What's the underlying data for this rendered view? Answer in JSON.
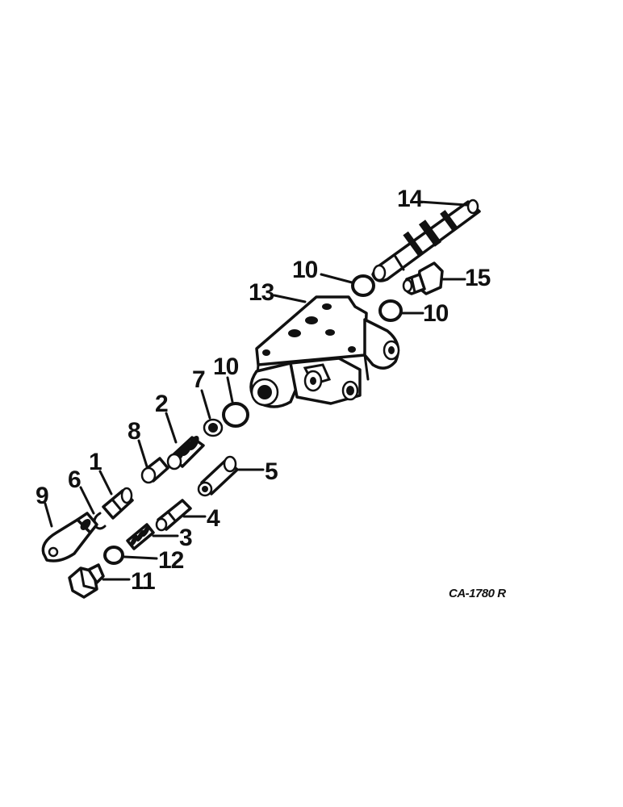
{
  "diagram": {
    "drawing_code": "CA-1780 R",
    "parts": [
      {
        "key": "p1",
        "callout": "1",
        "icon": "valve-plunger-icon"
      },
      {
        "key": "p2",
        "callout": "2",
        "icon": "compression-spring-icon"
      },
      {
        "key": "p3",
        "callout": "3",
        "icon": "small-spring-icon"
      },
      {
        "key": "p4",
        "callout": "4",
        "icon": "valve-pin-icon"
      },
      {
        "key": "p5",
        "callout": "5",
        "icon": "valve-sleeve-icon"
      },
      {
        "key": "p6",
        "callout": "6",
        "icon": "snap-ring-icon"
      },
      {
        "key": "p7",
        "callout": "7",
        "icon": "spring-seat-icon"
      },
      {
        "key": "p8",
        "callout": "8",
        "icon": "valve-poppet-icon"
      },
      {
        "key": "p9",
        "callout": "9",
        "icon": "end-plug-icon"
      },
      {
        "key": "p10a",
        "callout": "10",
        "icon": "o-ring-icon"
      },
      {
        "key": "p10b",
        "callout": "10",
        "icon": "o-ring-icon"
      },
      {
        "key": "p10c",
        "callout": "10",
        "icon": "o-ring-icon"
      },
      {
        "key": "p11",
        "callout": "11",
        "icon": "hex-plug-icon"
      },
      {
        "key": "p12",
        "callout": "12",
        "icon": "o-ring-icon"
      },
      {
        "key": "p13",
        "callout": "13",
        "icon": "valve-body-icon"
      },
      {
        "key": "p14",
        "callout": "14",
        "icon": "valve-spool-icon"
      },
      {
        "key": "p15",
        "callout": "15",
        "icon": "fitting-icon"
      }
    ]
  }
}
